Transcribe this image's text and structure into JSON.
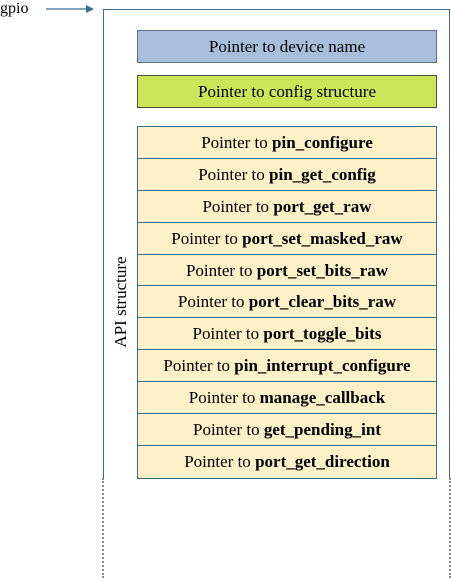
{
  "gpio_label": "gpio",
  "device_name_box": "Pointer to device name",
  "config_box": "Pointer to config structure",
  "api_label": "API structure",
  "api_prefix": "Pointer to",
  "api_functions": [
    "pin_configure",
    "pin_get_config",
    "port_get_raw",
    "port_set_masked_raw",
    "port_set_bits_raw",
    "port_clear_bits_raw",
    "port_toggle_bits",
    "pin_interrupt_configure",
    "manage_callback",
    "get_pending_int",
    "port_get_direction"
  ],
  "colors": {
    "device_name_fill": "#a8bedc",
    "config_fill": "#cde559",
    "api_row_fill": "#fcf0c8",
    "frame_stroke": "#3b6d8f"
  }
}
